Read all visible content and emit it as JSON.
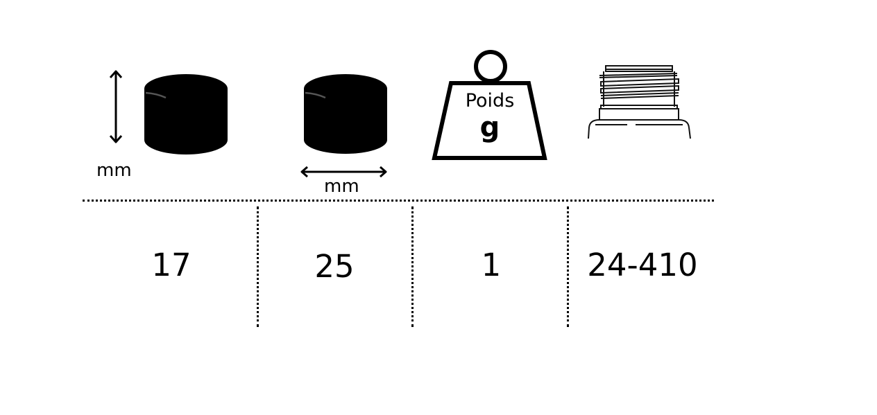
{
  "header": {
    "height_unit": "mm",
    "diameter_unit": "mm",
    "weight_label": "Poids",
    "weight_unit": "g"
  },
  "icons": {
    "height": "cap-height-icon",
    "diameter": "cap-diameter-icon",
    "weight": "weight-icon",
    "neck": "bottle-neck-thread-icon"
  },
  "values": {
    "height": "17",
    "diameter": "25",
    "weight": "1",
    "neck_finish": "24-410"
  },
  "colors": {
    "ink": "#000000",
    "background": "#ffffff"
  }
}
